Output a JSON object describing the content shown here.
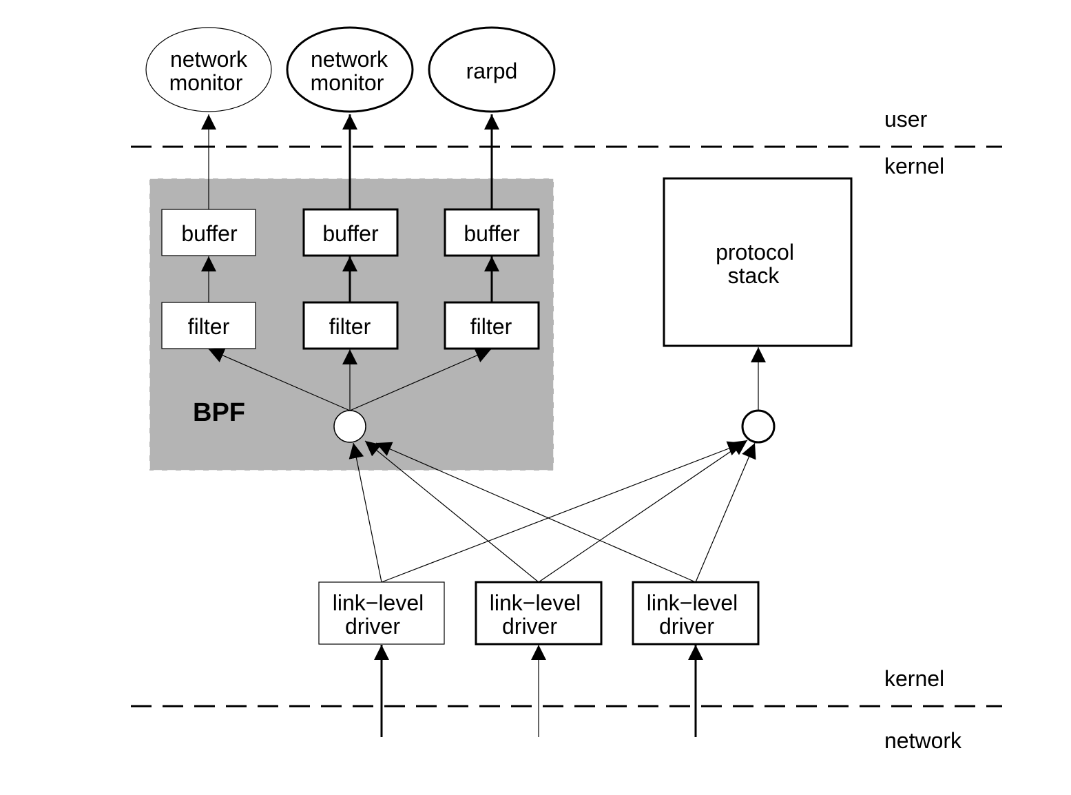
{
  "layers": {
    "user": "user",
    "kernel_top": "kernel",
    "kernel_bottom": "kernel",
    "network": "network"
  },
  "bpf": {
    "label": "BPF",
    "fill_color": "#b4b4b4",
    "buffers": [
      "buffer",
      "buffer",
      "buffer"
    ],
    "filters": [
      "filter",
      "filter",
      "filter"
    ]
  },
  "applications": [
    {
      "line1": "network",
      "line2": "monitor"
    },
    {
      "line1": "network",
      "line2": "monitor"
    },
    {
      "line1": "rarpd",
      "line2": ""
    }
  ],
  "protocol_stack": {
    "line1": "protocol",
    "line2": "stack"
  },
  "drivers": [
    {
      "line1": "link−level",
      "line2": "driver"
    },
    {
      "line1": "link−level",
      "line2": "driver"
    },
    {
      "line1": "link−level",
      "line2": "driver"
    }
  ]
}
